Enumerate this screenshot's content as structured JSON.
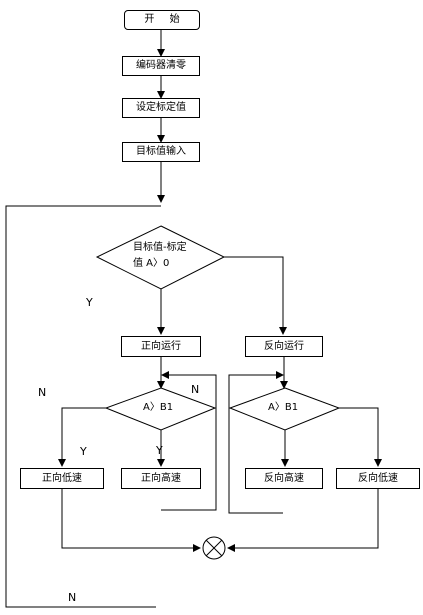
{
  "nodes": {
    "start": "开 始",
    "encoder_reset": "编码器清零",
    "set_calibration": "设定标定值",
    "target_input": "目标值输入",
    "decision_main_line1": "目标值-标定",
    "decision_main_line2": "值 A〉0",
    "forward_run": "正向运行",
    "reverse_run": "反向运行",
    "decision_forward": "A〉B1",
    "decision_reverse": "A〉B1",
    "forward_low": "正向低速",
    "forward_high": "正向高速",
    "reverse_high": "反向高速",
    "reverse_low": "反向低速"
  },
  "labels": {
    "yes_main": "Y",
    "no_forward": "N",
    "no_forward_right": "N",
    "yes_forward_left": "Y",
    "yes_forward_down": "Y",
    "no_loop_bottom": "N"
  },
  "colors": {
    "line": "#000000",
    "background": "#ffffff"
  }
}
